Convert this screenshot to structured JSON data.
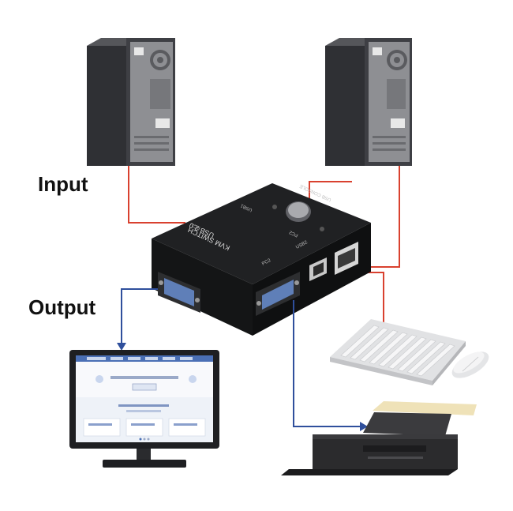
{
  "labels": {
    "input": "Input",
    "output": "Output"
  },
  "kvm": {
    "model_line1": "USB 2.0",
    "model_line2": "KVM SWITCH",
    "port_pc1": "PC1",
    "port_pc2": "PC2",
    "port_usb1": "USB1",
    "port_usb2": "USB2",
    "console_label": "USB CONSOLE"
  },
  "colors": {
    "input_wire": "#d9412f",
    "output_wire": "#2f4f9c",
    "computer_body": "#3b3c40",
    "computer_front": "#8d8e92",
    "kvm_body": "#1b1c1e",
    "monitor_screen": "#e8edf5",
    "monitor_accent": "#4a6fb5",
    "printer_body": "#2b2b2d",
    "paper": "#efe2b8"
  },
  "icons": [
    "computer-tower-icon",
    "kvm-switch-icon",
    "monitor-icon",
    "keyboard-icon",
    "mouse-icon",
    "printer-icon"
  ]
}
